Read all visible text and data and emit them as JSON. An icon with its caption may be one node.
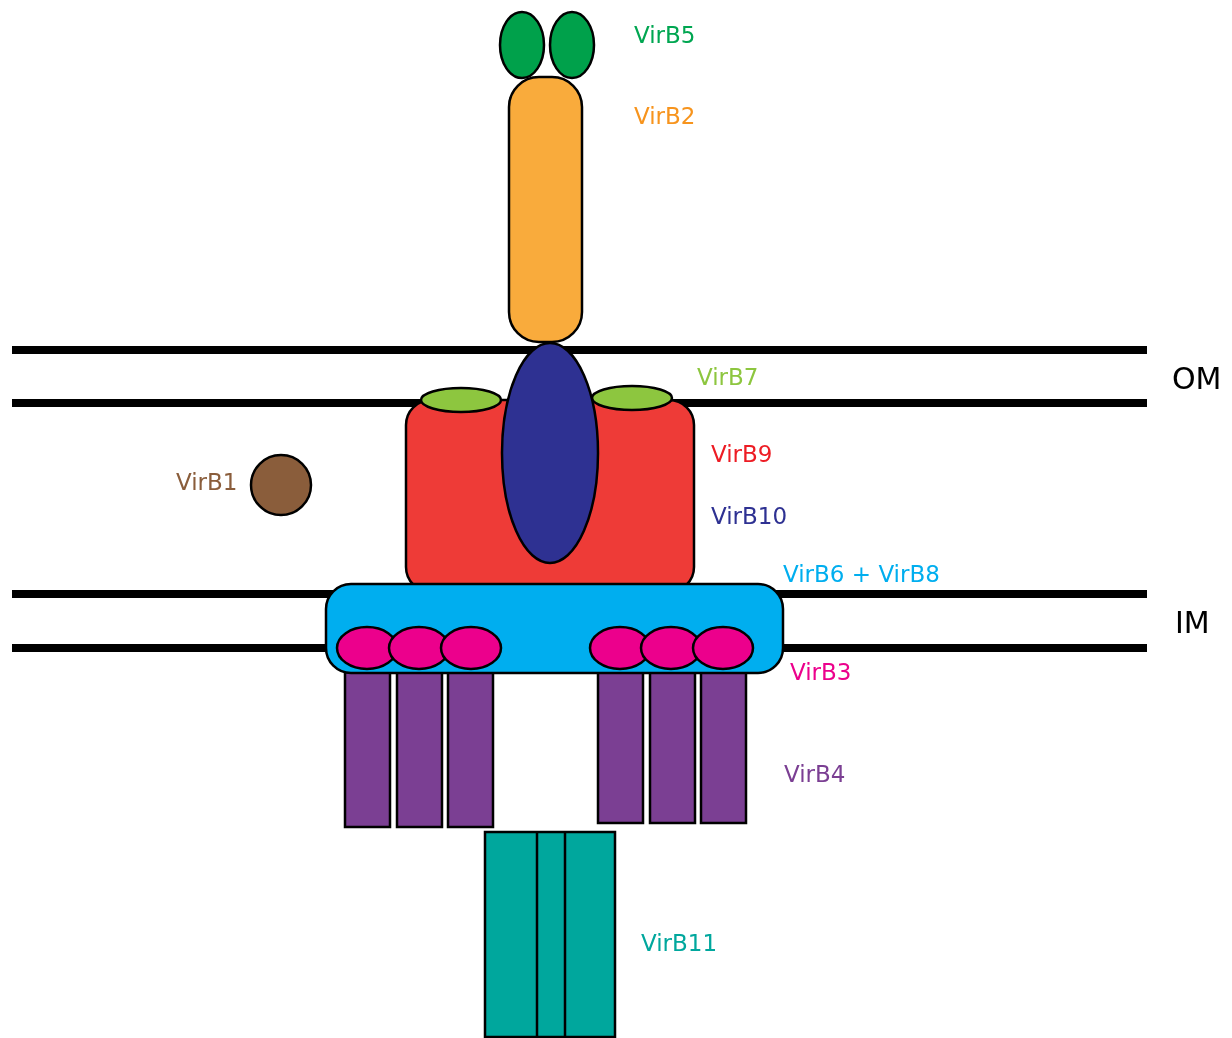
{
  "diagram": {
    "labels": [
      "VirB5",
      "VirB2",
      "OM",
      "VirB7",
      "VirB9",
      "VirB1",
      "VirB10",
      "VirB6 + VirB8",
      "IM",
      "VirB3",
      "VirB4",
      "VirB11"
    ]
  }
}
